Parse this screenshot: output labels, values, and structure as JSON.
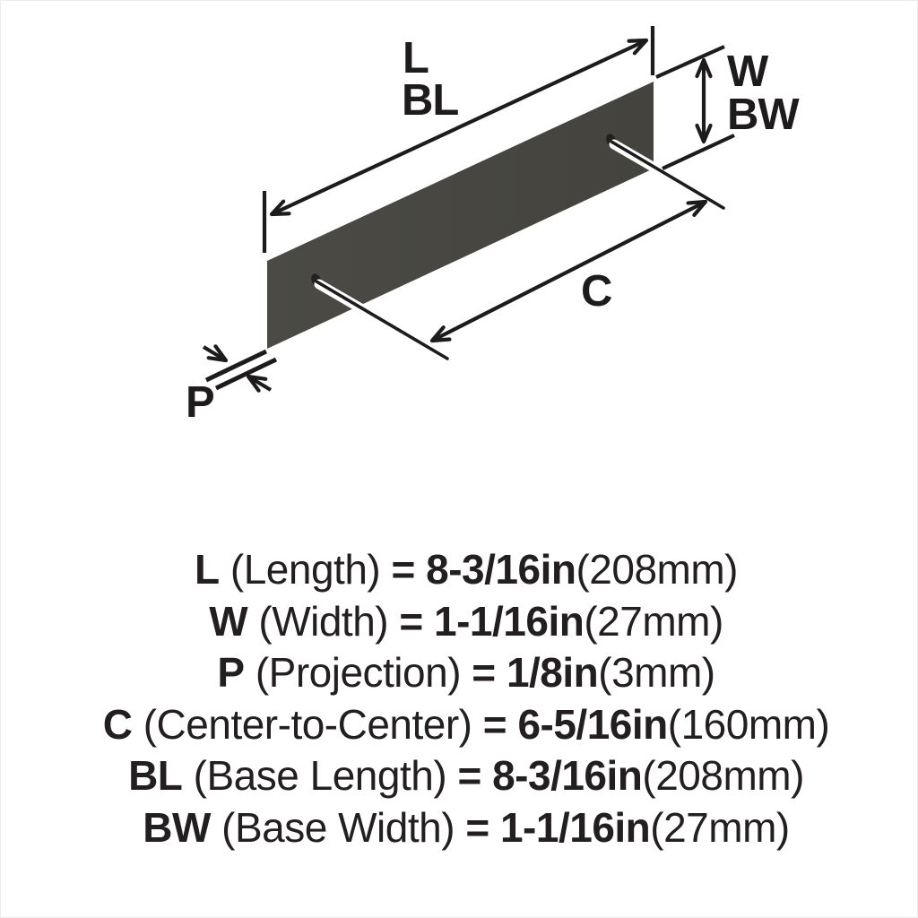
{
  "diagram": {
    "labels": {
      "length": "L",
      "base_length": "BL",
      "width": "W",
      "base_width": "BW",
      "center_to_center": "C",
      "projection": "P"
    },
    "bar_color": "#474641",
    "line_color": "#1d1b1b"
  },
  "legend": {
    "rows": [
      {
        "code": "L",
        "name": " (Length) ",
        "val": "= 8-3/16in",
        "metric": "(208mm)"
      },
      {
        "code": "W",
        "name": " (Width) ",
        "val": "= 1-1/16in",
        "metric": "(27mm)"
      },
      {
        "code": "P",
        "name": " (Projection) ",
        "val": "= 1/8in",
        "metric": "(3mm)"
      },
      {
        "code": "C",
        "name": " (Center-to-Center) ",
        "val": "= 6-5/16in",
        "metric": "(160mm)"
      },
      {
        "code": "BL",
        "name": " (Base Length) ",
        "val": "= 8-3/16in",
        "metric": "(208mm)"
      },
      {
        "code": "BW",
        "name": " (Base Width) ",
        "val": "= 1-1/16in",
        "metric": "(27mm)"
      }
    ]
  }
}
